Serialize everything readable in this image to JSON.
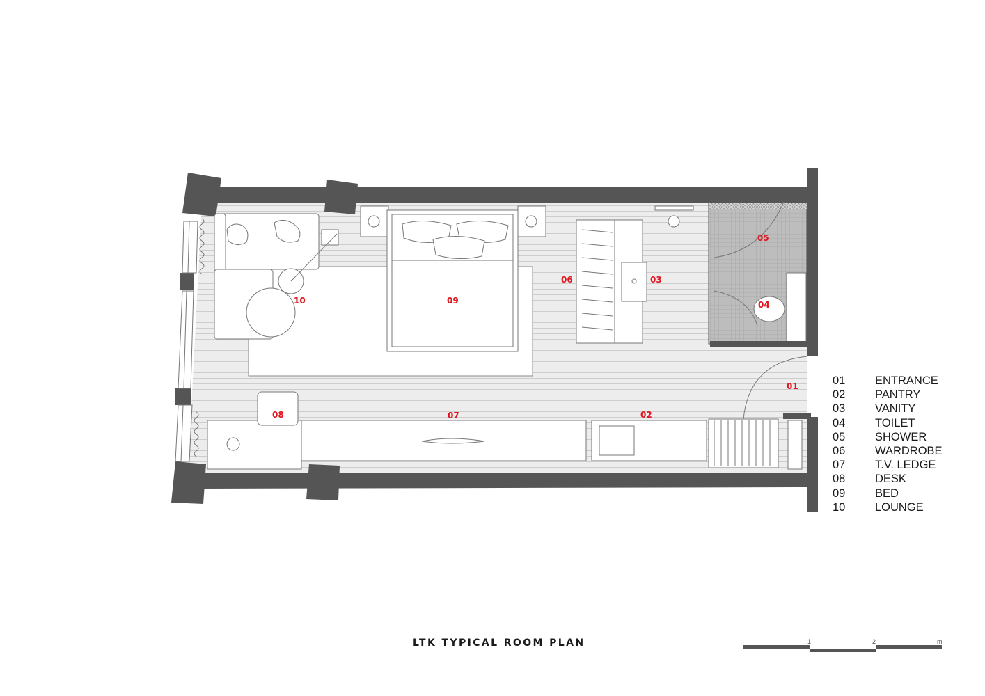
{
  "title": "LTK TYPICAL ROOM PLAN",
  "rooms": [
    {
      "code": "01",
      "name": "ENTRANCE"
    },
    {
      "code": "02",
      "name": "PANTRY"
    },
    {
      "code": "03",
      "name": "VANITY"
    },
    {
      "code": "04",
      "name": "TOILET"
    },
    {
      "code": "05",
      "name": "SHOWER"
    },
    {
      "code": "06",
      "name": "WARDROBE"
    },
    {
      "code": "07",
      "name": "T.V. LEDGE"
    },
    {
      "code": "08",
      "name": "DESK"
    },
    {
      "code": "09",
      "name": "BED"
    },
    {
      "code": "10",
      "name": "LOUNGE"
    }
  ],
  "scale_bar": {
    "ticks": [
      "1",
      "2"
    ],
    "unit": "m"
  },
  "colors": {
    "wall": "#555555",
    "floor": "#ececec",
    "label": "#e0141e",
    "text": "#1a1a1a"
  }
}
